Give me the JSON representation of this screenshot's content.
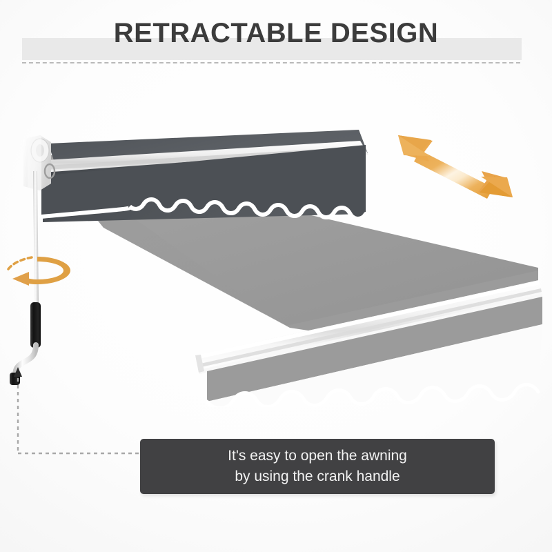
{
  "header": {
    "title": "RETRACTABLE DESIGN",
    "band_color": "#e9e9e9",
    "title_color": "#3c3c3c",
    "divider_style": "dashed",
    "divider_color": "#b9b9b9"
  },
  "background": {
    "color": "#f7f7f7",
    "style": "white radial vignette"
  },
  "product": {
    "name": "retractable-awning",
    "canopy_color": "#9b9b9b",
    "cassette_color": "#54585d",
    "frame_color": "#ffffff",
    "valance_style": "scalloped",
    "crank_rod_color": "#d8d8d8",
    "crank_grip_color": "#1a1a1a"
  },
  "annotations": {
    "extend_arrow": {
      "name": "extend-retract-arrow",
      "color": "#e8a64a",
      "direction": "double-headed diagonal"
    },
    "rotate_arrow": {
      "name": "crank-rotation-arrow",
      "color": "#e0a04a",
      "direction": "clockwise loop"
    },
    "leader": {
      "name": "crank-callout-leader",
      "color": "#9a9a9a",
      "style": "dashed"
    }
  },
  "caption": {
    "line1": "It's easy to open the awning",
    "line2": "by using the crank handle",
    "background_color": "#414143",
    "text_color": "#f2f2f2"
  }
}
